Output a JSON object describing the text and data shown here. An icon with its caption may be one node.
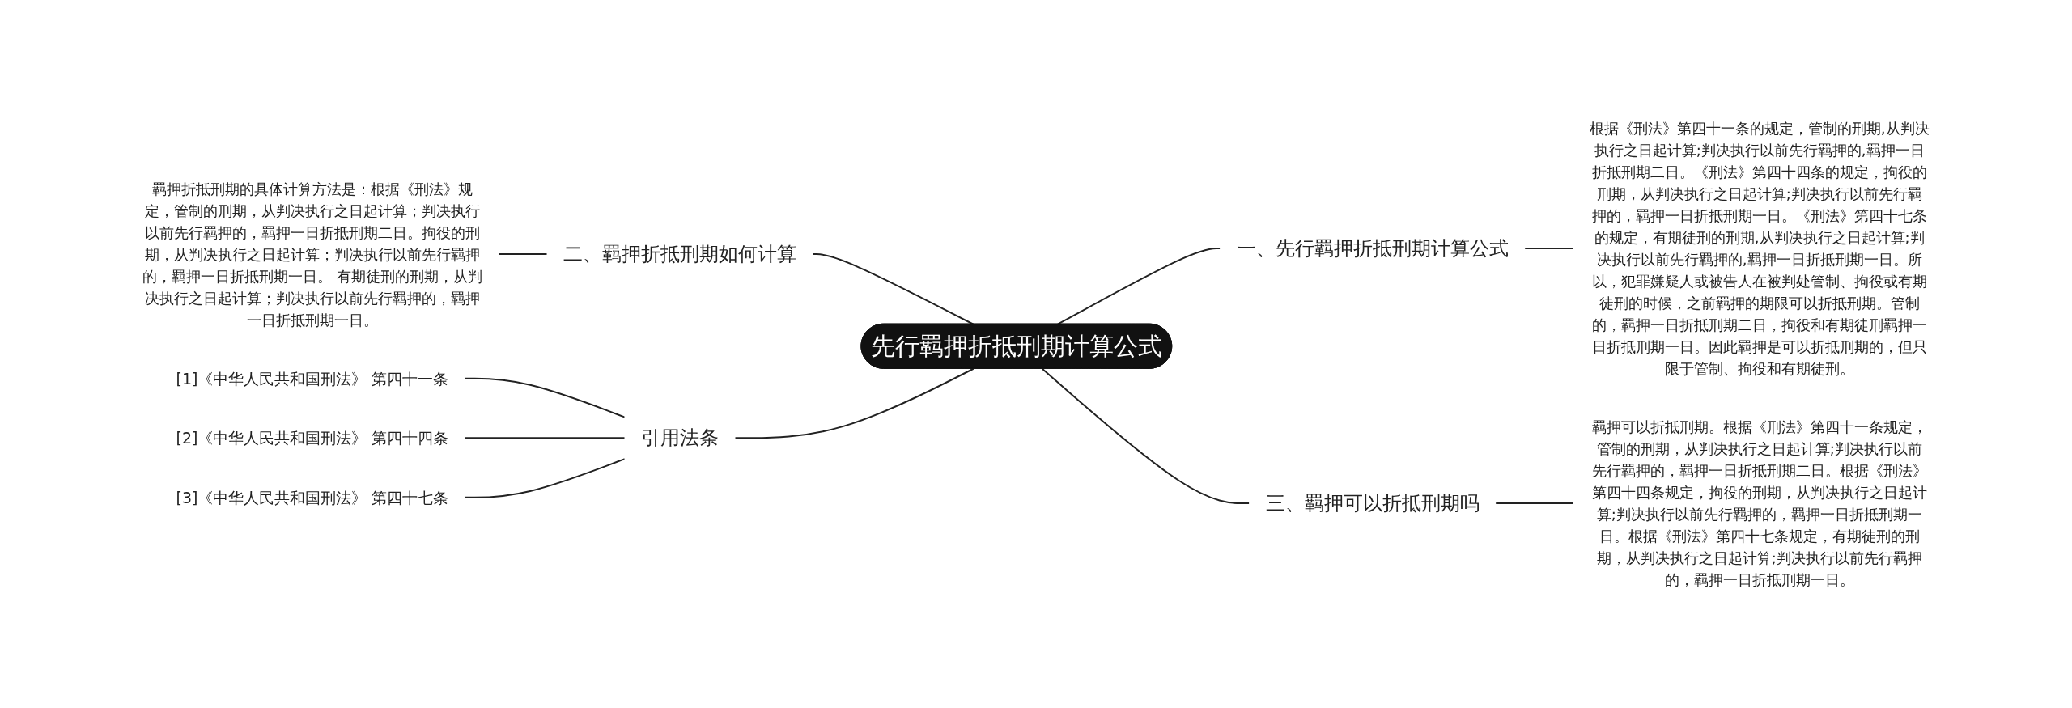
{
  "diagram": {
    "nodes": [
      {
        "text": [
          "先行羁押折抵刑期计算公式"
        ]
      },
      {
        "text": [
          "一、先行羁押折抵刑期计算公式"
        ]
      },
      {
        "text": [
          "根据《刑法》第四十一条的规定，管制的刑期,从判决执行之日起计算;判决执行以前先行羁押的,羁押一日折抵刑期二日。《刑法》第四十四条的规定，拘役的刑期，从判决执行之日起计算;判决执行以前先行羁押的，羁押一日折抵刑期一日。《刑法》第四十七条的规定，有期徒刑的刑期,从判决执行之日起计算;判决执行以前先行羁押的,羁押一日折抵刑期一日。所以，犯罪嫌疑人或被告人在被判处管制、拘役或有期徒刑的时候，之前羁押的期限可以折抵刑期。管制的，羁押一日折抵刑期二日，拘役和有期徒刑羁押一日折抵刑期一日。因此羁押是可以折抵刑期的，但只限于管制、拘役和有期徒刑。"
        ]
      },
      {
        "text": [
          "二、羁押折抵刑期如何计算"
        ]
      },
      {
        "text": [
          "羁押折抵刑期的具体计算方法是：根据《刑法》规定，管制的刑期，从判决执行之日起计算；判决执行以前先行羁押的，羁押一日折抵刑期二日。拘役的刑期，从判决执行之日起计算；判决执行以前先行羁押的，羁押一日折抵刑期一日。 有期徒刑的刑期，从判决执行之日起计算；判决执行以前先行羁押的，羁押一日折抵刑期一日。"
        ]
      },
      {
        "text": [
          "三、羁押可以折抵刑期吗"
        ]
      },
      {
        "text": [
          "羁押可以折抵刑期。根据《刑法》第四十一条规定，管制的刑期，从判决执行之日起计算;判决执行以前先行羁押的，羁押一日折抵刑期二日。根据《刑法》第四十四条规定，拘役的刑期，从判决执行之日起计算;判决执行以前先行羁押的，羁押一日折抵刑期一日。根据《刑法》第四十七条规定，有期徒刑的刑期，从判决执行之日起计算;判决执行以前先行羁押的，羁押一日折抵刑期一日。"
        ]
      },
      {
        "text": [
          "引用法条"
        ]
      },
      {
        "text": [
          "[1]《中华人民共和国刑法》 第四十一条"
        ]
      },
      {
        "text": [
          "[2]《中华人民共和国刑法》 第四十四条"
        ]
      },
      {
        "text": [
          "[3]《中华人民共和国刑法》 第四十七条"
        ]
      }
    ],
    "edges": [
      {
        "from": 0,
        "to": 1,
        "arrow": "none"
      },
      {
        "from": 1,
        "to": 2,
        "arrow": "none"
      },
      {
        "from": 0,
        "to": 3,
        "arrow": "none"
      },
      {
        "from": 3,
        "to": 4,
        "arrow": "none"
      },
      {
        "from": 0,
        "to": 5,
        "arrow": "none"
      },
      {
        "from": 5,
        "to": 6,
        "arrow": "none"
      },
      {
        "from": 0,
        "to": 7,
        "arrow": "none"
      },
      {
        "from": 7,
        "to": 8,
        "arrow": "none"
      },
      {
        "from": 7,
        "to": 9,
        "arrow": "none"
      },
      {
        "from": 7,
        "to": 10,
        "arrow": "none"
      }
    ]
  }
}
